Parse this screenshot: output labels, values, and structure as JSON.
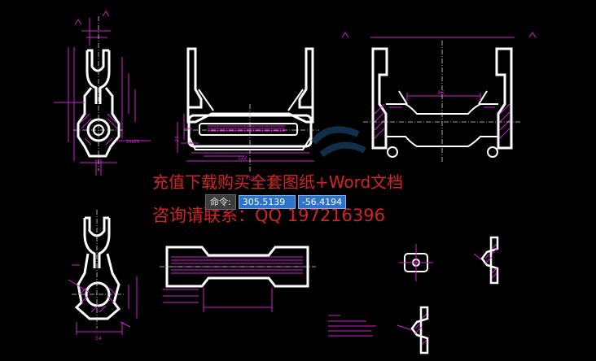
{
  "watermark": {
    "line1": "充值下载购买全套图纸+Word文档",
    "line2": "咨询请联系：QQ 197216396",
    "color": "#d42323"
  },
  "command_tip": {
    "label": "命令:",
    "x_value": "305.5139",
    "y_value": "-56.4194"
  },
  "colors": {
    "background": "#000000",
    "outline": "#ffffff",
    "dimension": "#d021d0",
    "hatch": "#d021d0",
    "centerline": "#d0d0d0",
    "tip_box": "#2c74c9"
  },
  "dimensions": {
    "view_front_width": "122",
    "view_front_center_len": "150",
    "view_front_height": "24",
    "view_bottom_width": "54",
    "view_right_width": "86",
    "side_label": "2Xø25"
  }
}
